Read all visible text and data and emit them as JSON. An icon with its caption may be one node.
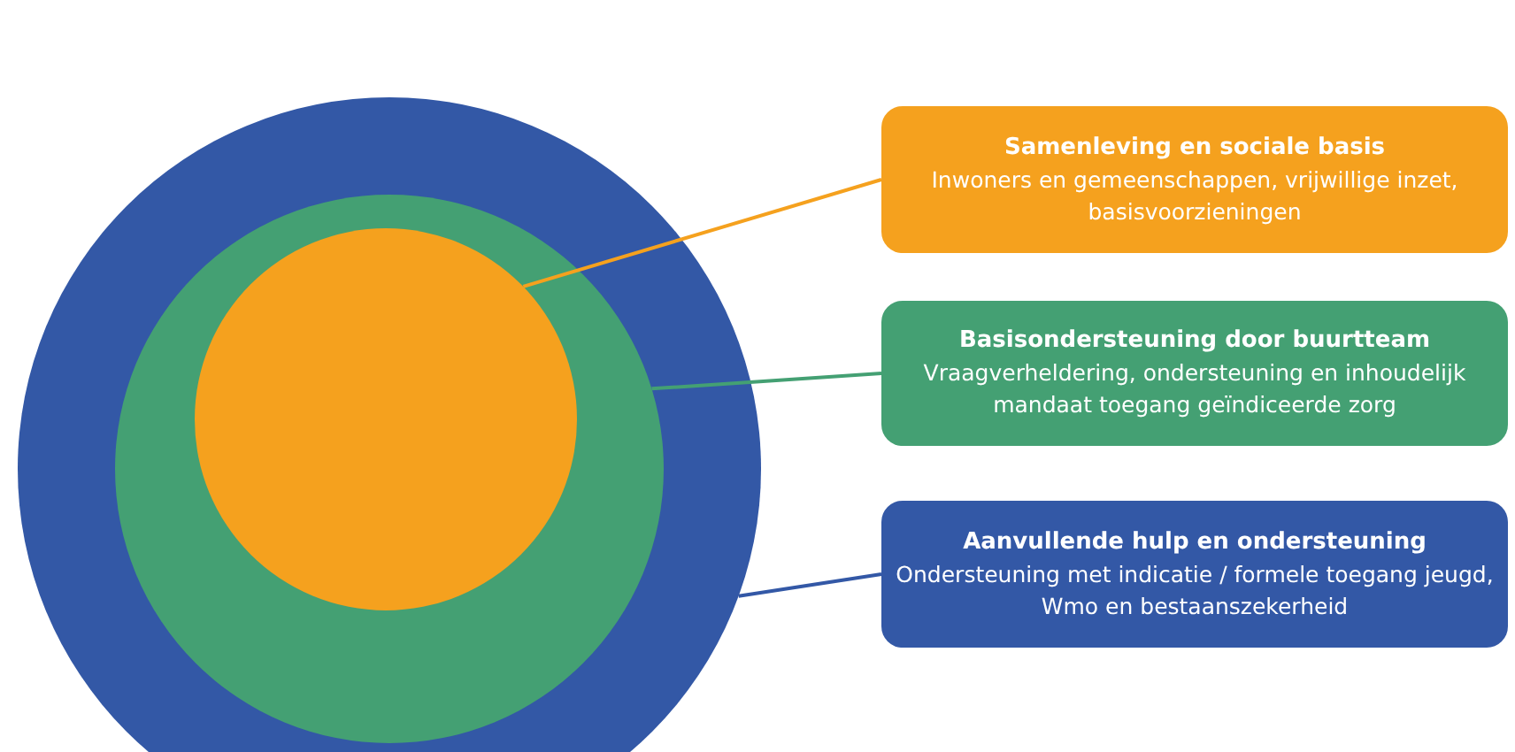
{
  "diagram": {
    "nodes": [
      {
        "text": [],
        "shape": "circle"
      },
      {
        "text": [],
        "shape": "circle",
        "in": 0
      },
      {
        "text": [],
        "shape": "circle",
        "in": 1
      },
      {
        "text": [
          "Samenleving en sociale basis",
          "Inwoners en gemeenschappen, vrijwillige inzet, basisvoorzieningen"
        ]
      },
      {
        "text": [
          "Basisondersteuning door buurtteam",
          "Vraagverheldering, ondersteuning en inhoudelijk mandaat toegang geïndiceerde zorg"
        ]
      },
      {
        "text": [
          "Aanvullende hulp en ondersteuning",
          "Ondersteuning met indicatie / formele toegang jeugd, Wmo en bestaanszekerheid"
        ]
      }
    ],
    "edges": [
      {
        "from": 3,
        "to": 2,
        "arrow": "none",
        "color": "#f5a11e"
      },
      {
        "from": 4,
        "to": 1,
        "arrow": "none",
        "color": "#44a073"
      },
      {
        "from": 5,
        "to": 0,
        "arrow": "none",
        "color": "#3358a6"
      }
    ]
  }
}
